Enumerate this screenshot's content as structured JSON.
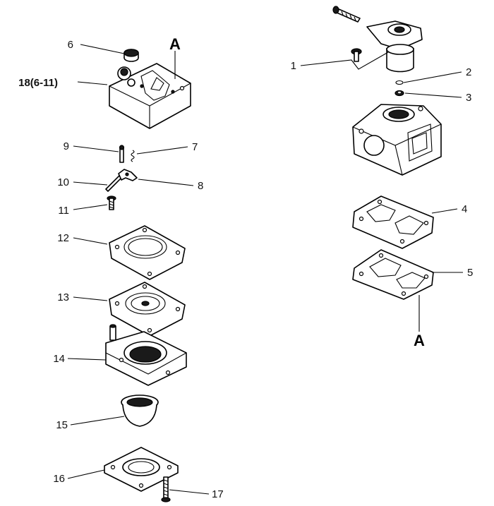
{
  "callouts": {
    "c1": "1",
    "c2": "2",
    "c3": "3",
    "c4": "4",
    "c5": "5",
    "c6": "6",
    "c7": "7",
    "c8": "8",
    "c9": "9",
    "c10": "10",
    "c11": "11",
    "c12": "12",
    "c13": "13",
    "c14": "14",
    "c15": "15",
    "c16": "16",
    "c17": "17",
    "c18": "18(6-11)"
  },
  "connectors": {
    "left": "A",
    "right": "A"
  }
}
